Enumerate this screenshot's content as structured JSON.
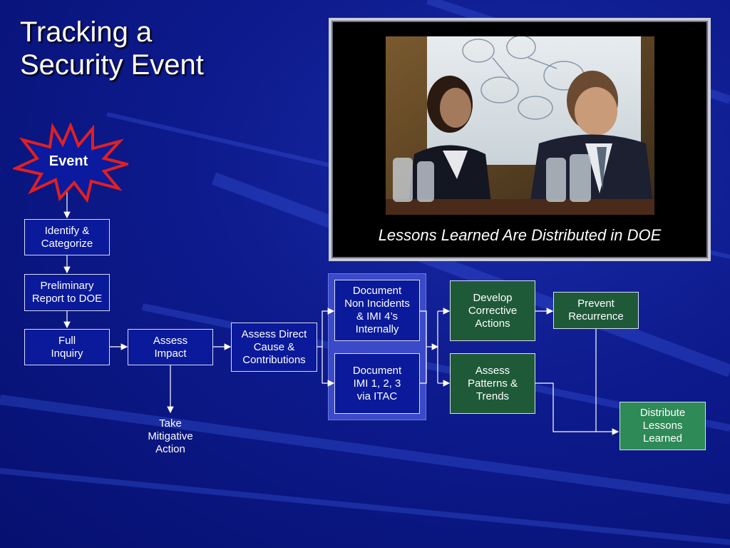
{
  "slide": {
    "title_lines": [
      "Tracking a",
      "Security Event"
    ]
  },
  "photo": {
    "caption": "Lessons Learned Are Distributed in DOE"
  },
  "flow": {
    "event": "Event",
    "identify": [
      "Identify &",
      "Categorize"
    ],
    "preliminary": [
      "Preliminary",
      "Report to DOE"
    ],
    "full_inquiry": [
      "Full",
      "Inquiry"
    ],
    "assess_impact": [
      "Assess",
      "Impact"
    ],
    "take_mitigative": [
      "Take",
      "Mitigative",
      "Action"
    ],
    "assess_direct": [
      "Assess Direct",
      "Cause &",
      "Contributions"
    ],
    "doc_non_incidents": [
      "Document",
      "Non Incidents",
      "& IMI 4’s",
      "Internally"
    ],
    "doc_imi": [
      "Document",
      "IMI 1, 2, 3",
      "via ITAC"
    ],
    "develop_corrective": [
      "Develop",
      "Corrective",
      "Actions"
    ],
    "assess_patterns": [
      "Assess",
      "Patterns &",
      "Trends"
    ],
    "prevent_recurrence": [
      "Prevent",
      "Recurrence"
    ],
    "distribute_lessons": [
      "Distribute",
      "Lessons",
      "Learned"
    ]
  },
  "colors": {
    "background": "#0d1a8c",
    "box_blue": "#0a1a9a",
    "box_green": "#1f5a38",
    "box_light_green": "#2e8a56",
    "burst_fill": "#0b1a9e",
    "burst_border": "#e02020"
  }
}
